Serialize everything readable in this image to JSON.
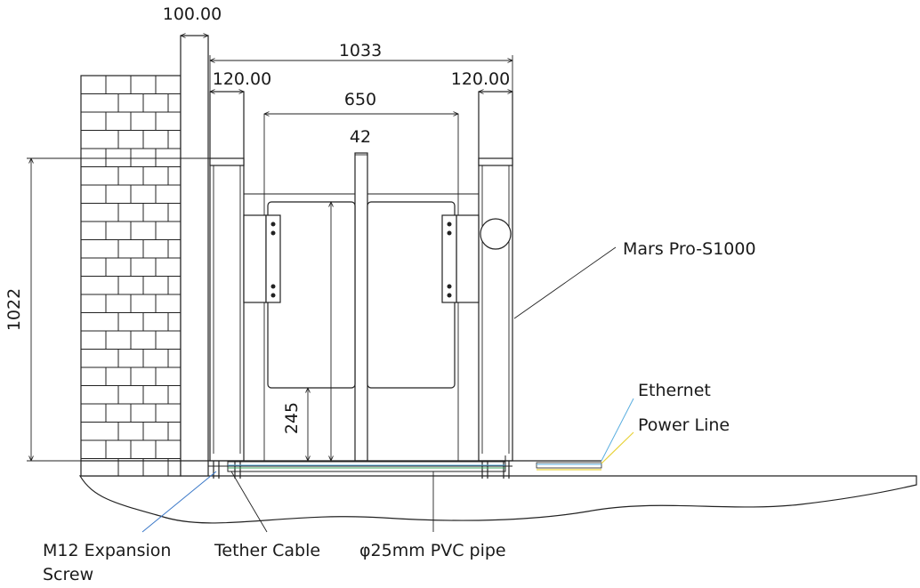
{
  "dimensions": {
    "wall_post_width": "100.00",
    "overall_width": "1033",
    "left_cabinet_width": "120.00",
    "right_cabinet_width": "120.00",
    "passage_width": "650",
    "gap_width": "42",
    "height": "1022",
    "clearance": "245"
  },
  "labels": {
    "model": "Mars Pro-S1000",
    "ethernet": "Ethernet",
    "power_line": "Power Line",
    "screw_line1": "M12 Expansion",
    "screw_line2": "Screw",
    "tether_cable": "Tether Cable",
    "pvc_pipe": "φ25mm PVC pipe"
  },
  "colors": {
    "line": "#222222",
    "ethernet_cable": "#5aaee0",
    "power_cable": "#e8d23a",
    "tether_cable": "#3aa05a"
  }
}
